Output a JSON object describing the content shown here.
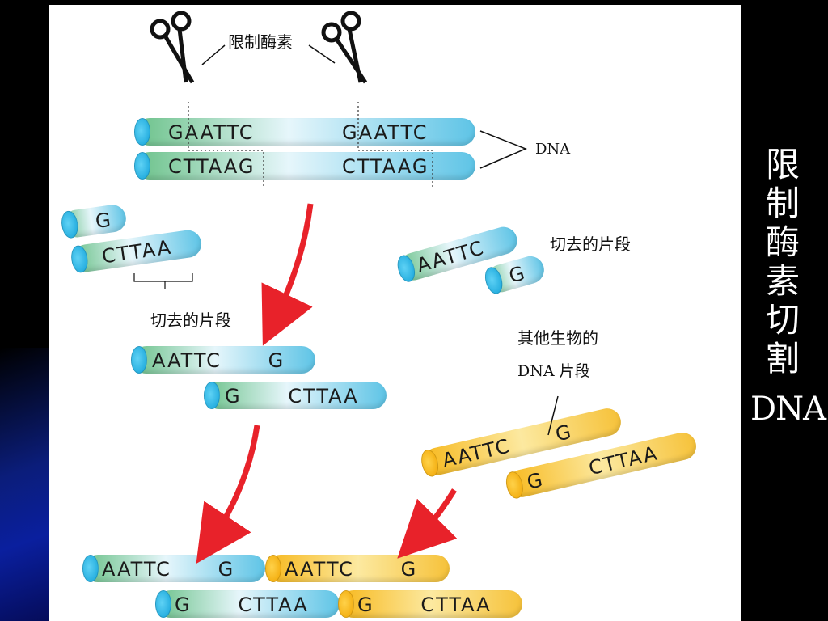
{
  "slide": {
    "side_title_chars": [
      "限",
      "制",
      "酶",
      "素",
      "切",
      "割"
    ],
    "side_title_dna": "DNA"
  },
  "diagram": {
    "label_enzyme": "限制酶素",
    "label_dna": "DNA",
    "label_cut_fragment_right": "切去的片段",
    "label_cut_fragment_left": "切去的片段",
    "label_other_dna_line1": "其他生物的",
    "label_other_dna_line2": "DNA 片段",
    "top_strand_1": "GAATTC",
    "top_strand_2": "GAATTC",
    "bottom_strand_1": "CTTAAG",
    "bottom_strand_2": "CTTAAG",
    "frag_left_top": "G",
    "frag_left_bottom": "CTTAA",
    "frag_right_top": "AATTC",
    "frag_right_bottom": "G",
    "mid_top": "AATTC      G",
    "mid_bottom": "G      CTTAA",
    "yellow_top": "AATTC      G",
    "yellow_bottom": "G      CTTAA",
    "final_g1_top": "AATTC      G",
    "final_y1_top": "AATTC      G",
    "final_g2_bottom": "G      CTTAA",
    "final_y2_bottom": "G      CTTAA",
    "colors": {
      "dna_green_blue": "#5ec4e6",
      "foreign_yellow": "#f7b81c",
      "arrow_red": "#e8222a"
    }
  }
}
